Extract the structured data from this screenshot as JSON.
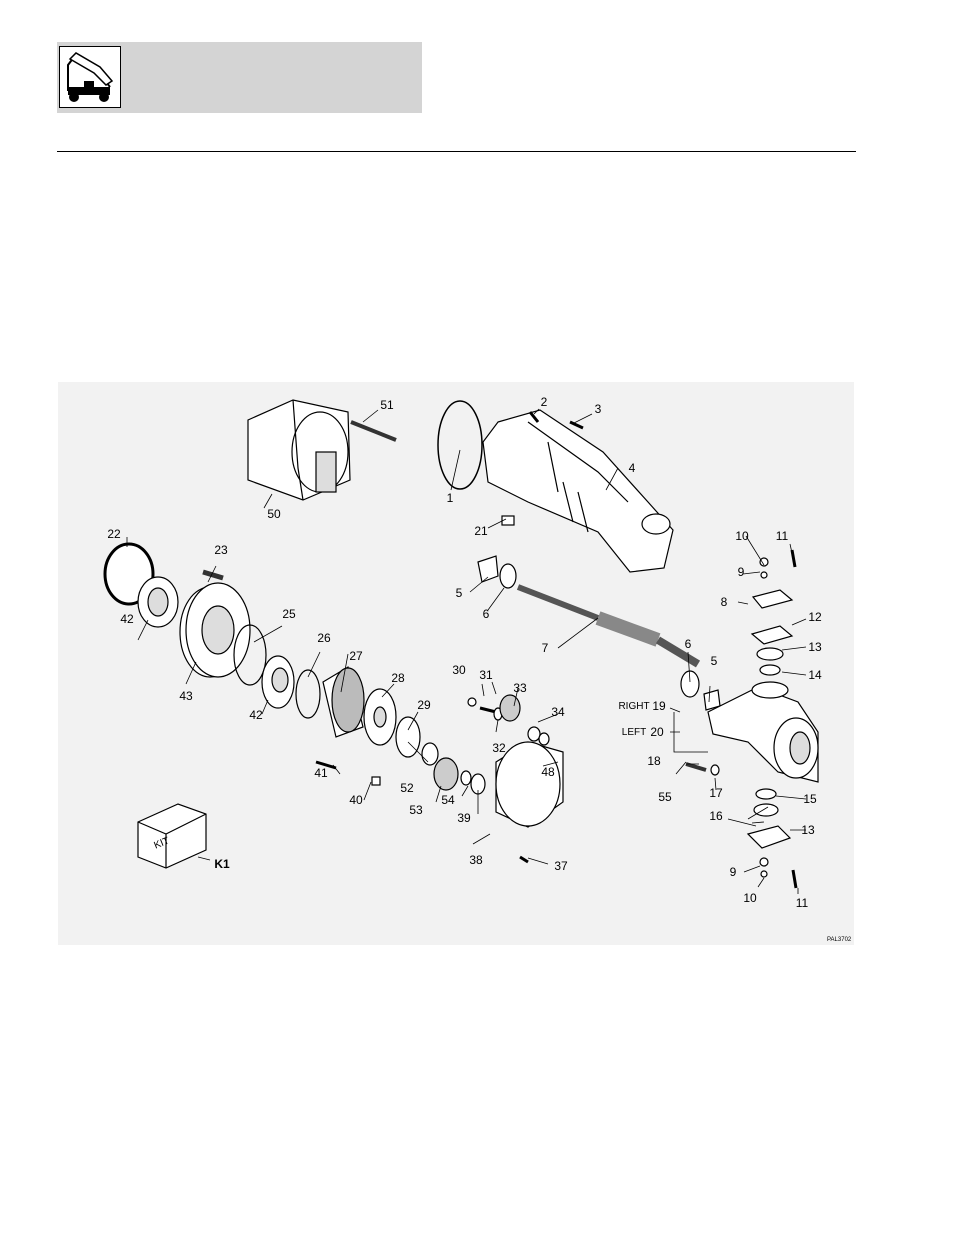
{
  "header": {
    "icon": "telehandler-boom-icon"
  },
  "figure": {
    "reference_code": "PAL3702",
    "kit_box_text": "KIT",
    "labels": {
      "1": "1",
      "2": "2",
      "3": "3",
      "4": "4",
      "5a": "5",
      "5b": "5",
      "6a": "6",
      "6b": "6",
      "7": "7",
      "8": "8",
      "9a": "9",
      "9b": "9",
      "10a": "10",
      "10b": "10",
      "11a": "11",
      "11b": "11",
      "12": "12",
      "13a": "13",
      "13b": "13",
      "14": "14",
      "15": "15",
      "16": "16",
      "17": "17",
      "18": "18",
      "19": "19",
      "20": "20",
      "21": "21",
      "22": "22",
      "23": "23",
      "25": "25",
      "26": "26",
      "27": "27",
      "28": "28",
      "29": "29",
      "30": "30",
      "31": "31",
      "32": "32",
      "33": "33",
      "34": "34",
      "37": "37",
      "38": "38",
      "39": "39",
      "40": "40",
      "41": "41",
      "42a": "42",
      "42b": "42",
      "43": "43",
      "48": "48",
      "50": "50",
      "51": "51",
      "52": "52",
      "53": "53",
      "54": "54",
      "55": "55",
      "K1": "K1"
    },
    "side_labels": {
      "right": "RIGHT",
      "left": "LEFT"
    }
  }
}
